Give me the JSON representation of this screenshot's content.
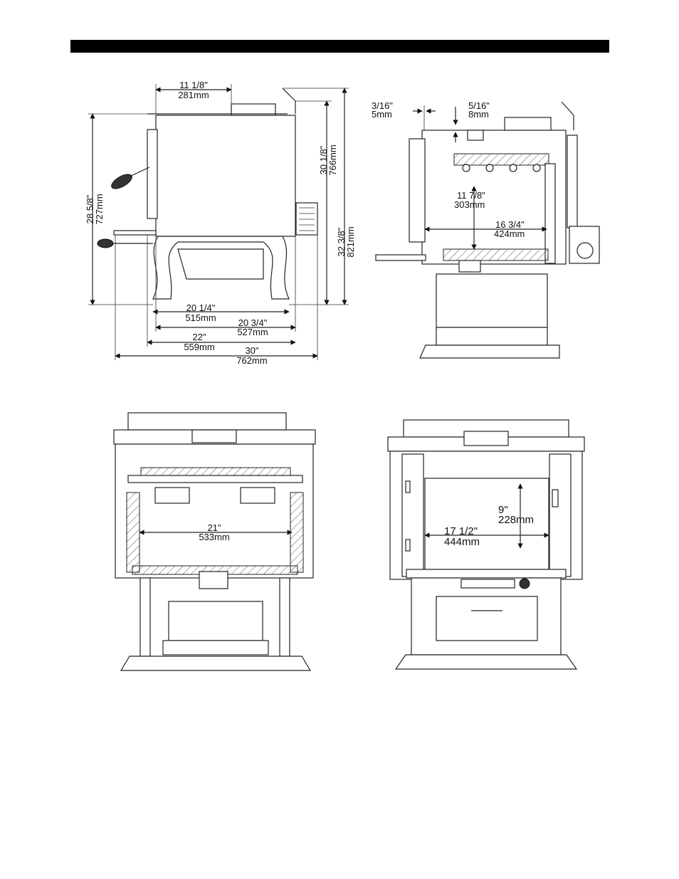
{
  "side_view": {
    "dims": {
      "top_offset_in": "11 1/8\"",
      "top_offset_mm": "281mm",
      "height_a_in": "30 1/8\"",
      "height_a_mm": "766mm",
      "height_b_in": "28 5/8\"",
      "height_b_mm": "727mm",
      "height_c_in": "32 3/8\"",
      "height_c_mm": "821mm",
      "w1_in": "20 1/4\"",
      "w1_mm": "515mm",
      "w2_in": "20 3/4\"",
      "w2_mm": "527mm",
      "w3_in": "22\"",
      "w3_mm": "559mm",
      "w4_in": "30\"",
      "w4_mm": "762mm"
    }
  },
  "section_view": {
    "dims": {
      "gap_a_in": "3/16\"",
      "gap_a_mm": "5mm",
      "gap_b_in": "5/16\"",
      "gap_b_mm": "8mm",
      "depth_in": "11 7/8\"",
      "depth_mm": "303mm",
      "length_in": "16 3/4\"",
      "length_mm": "424mm"
    }
  },
  "rear_view": {
    "dims": {
      "width_in": "21\"",
      "width_mm": "533mm"
    }
  },
  "front_view": {
    "dims": {
      "height_in": "9\"",
      "height_mm": "228mm",
      "width_in": "17 1/2\"",
      "width_mm": "444mm"
    }
  }
}
